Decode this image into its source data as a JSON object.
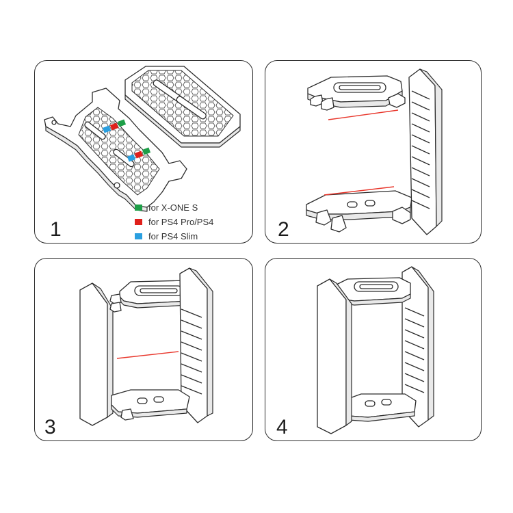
{
  "steps": [
    {
      "number": "1"
    },
    {
      "number": "2"
    },
    {
      "number": "3"
    },
    {
      "number": "4"
    }
  ],
  "legend": [
    {
      "label": "for X-ONE S",
      "color": "#1e9e48"
    },
    {
      "label": "for PS4 Pro/PS4",
      "color": "#e0201b"
    },
    {
      "label": "for PS4 Slim",
      "color": "#2a9fe0"
    }
  ],
  "colors": {
    "border": "#2a2a2a",
    "line": "#2b2b2b",
    "guide_line": "#e8352a"
  }
}
